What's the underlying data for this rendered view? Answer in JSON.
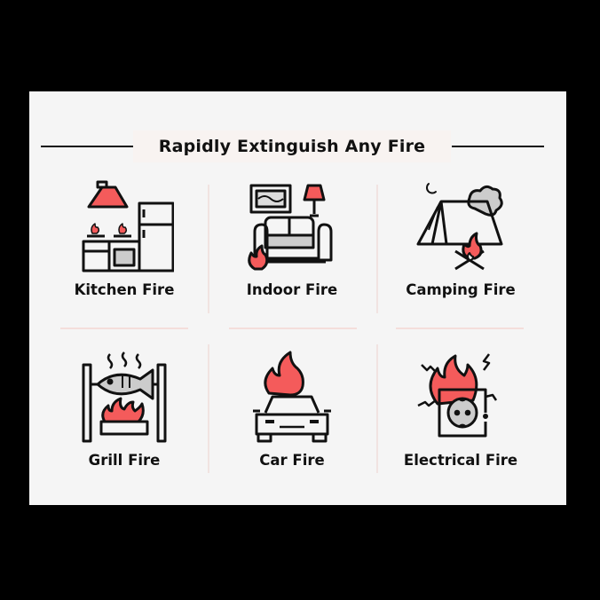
{
  "title": "Rapidly Extinguish Any Fire",
  "colors": {
    "accent": "#f45b5b",
    "card": "#f5f5f5",
    "ink": "#111111",
    "grey": "#cccccc"
  },
  "items": [
    {
      "label": "Kitchen Fire",
      "icon": "kitchen-icon"
    },
    {
      "label": "Indoor Fire",
      "icon": "sofa-fire-icon"
    },
    {
      "label": "Camping Fire",
      "icon": "tent-campfire-icon"
    },
    {
      "label": "Grill Fire",
      "icon": "fish-grill-icon"
    },
    {
      "label": "Car Fire",
      "icon": "car-fire-icon"
    },
    {
      "label": "Electrical Fire",
      "icon": "socket-fire-icon"
    }
  ]
}
